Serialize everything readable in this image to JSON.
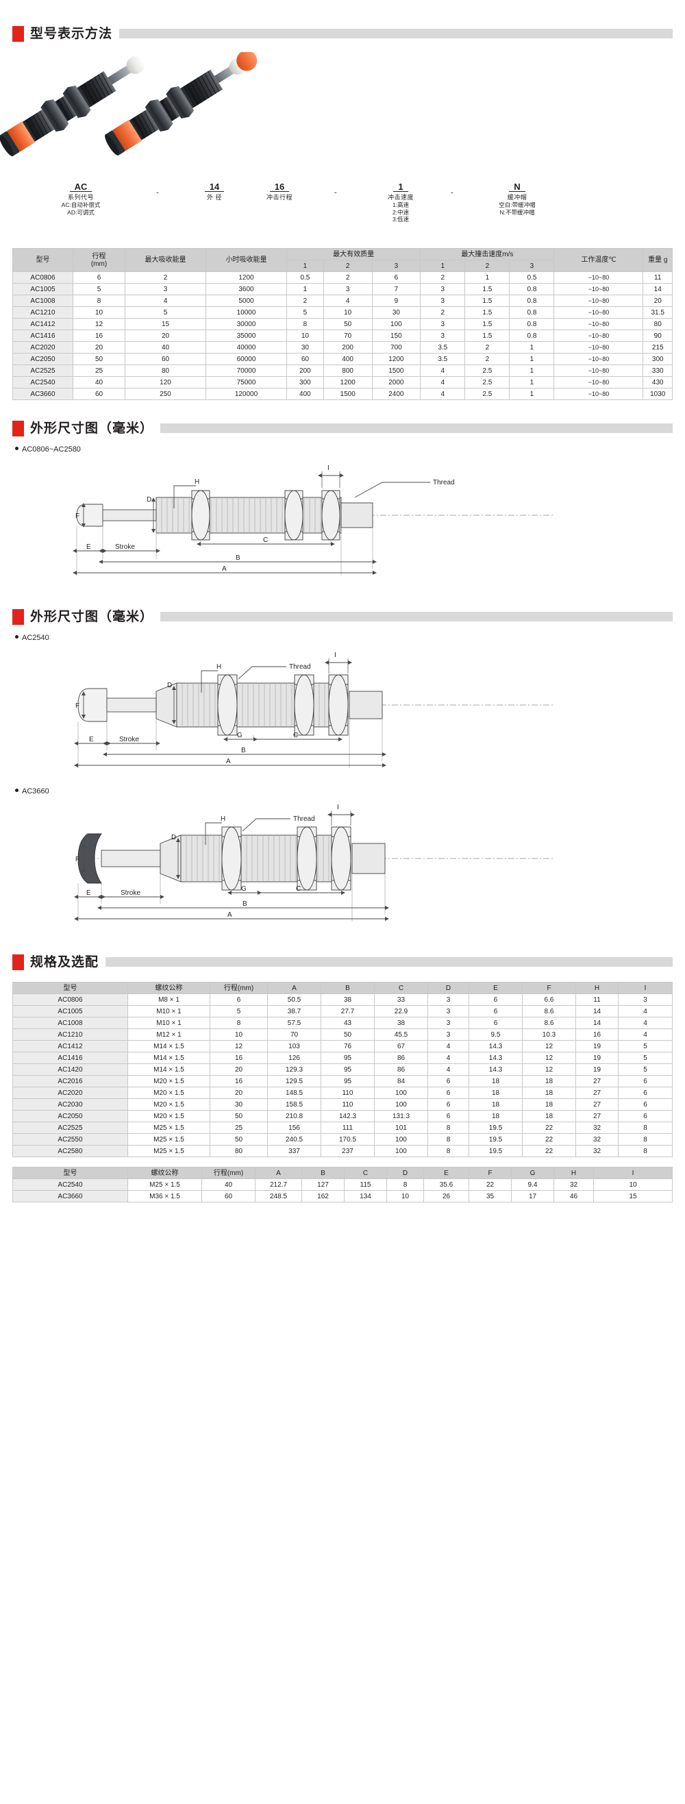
{
  "sections": {
    "model_designation": "型号表示方法",
    "dimension_drawing_1": "外形尺寸图（毫米）",
    "dimension_drawing_2": "外形尺寸图（毫米）",
    "specs_options": "规格及选配"
  },
  "part_number": {
    "segments": [
      {
        "code": "AC",
        "label": "系列代号",
        "sub": [
          "AC:自动补偿式",
          "AD:可调式"
        ]
      },
      {
        "code": "14",
        "label": "外 径",
        "sub": []
      },
      {
        "code": "16",
        "label": "冲击行程",
        "sub": []
      },
      {
        "code": "1",
        "label": "冲击速度",
        "sub": [
          "1:高速",
          "2:中速",
          "3:低速"
        ]
      },
      {
        "code": "N",
        "label": "缓冲帽",
        "sub": [
          "空白:带缓冲帽",
          "N:不带缓冲帽"
        ]
      }
    ],
    "separator": "-"
  },
  "perf_table": {
    "headers": {
      "model": "型号",
      "stroke": "行程",
      "stroke_unit": "(mm)",
      "max_energy": "最大吸收能量",
      "hourly_energy": "小时吸收能量",
      "max_mass": "最大有效质量",
      "max_speed": "最大撞击速度m/s",
      "temp": "工作温度℃",
      "weight": "重量 g",
      "sub": [
        "1",
        "2",
        "3",
        "1",
        "2",
        "3"
      ]
    },
    "rows": [
      {
        "model": "AC0806",
        "stroke": "6",
        "max_energy": "2",
        "hourly": "1200",
        "m1": "0.5",
        "m2": "2",
        "m3": "6",
        "v1": "2",
        "v2": "1",
        "v3": "0.5",
        "temp": "−10~80",
        "weight": "11"
      },
      {
        "model": "AC1005",
        "stroke": "5",
        "max_energy": "3",
        "hourly": "3600",
        "m1": "1",
        "m2": "3",
        "m3": "7",
        "v1": "3",
        "v2": "1.5",
        "v3": "0.8",
        "temp": "−10~80",
        "weight": "14"
      },
      {
        "model": "AC1008",
        "stroke": "8",
        "max_energy": "4",
        "hourly": "5000",
        "m1": "2",
        "m2": "4",
        "m3": "9",
        "v1": "3",
        "v2": "1.5",
        "v3": "0.8",
        "temp": "−10~80",
        "weight": "20"
      },
      {
        "model": "AC1210",
        "stroke": "10",
        "max_energy": "5",
        "hourly": "10000",
        "m1": "5",
        "m2": "10",
        "m3": "30",
        "v1": "2",
        "v2": "1.5",
        "v3": "0.8",
        "temp": "−10~80",
        "weight": "31.5"
      },
      {
        "model": "AC1412",
        "stroke": "12",
        "max_energy": "15",
        "hourly": "30000",
        "m1": "8",
        "m2": "50",
        "m3": "100",
        "v1": "3",
        "v2": "1.5",
        "v3": "0.8",
        "temp": "−10~80",
        "weight": "80"
      },
      {
        "model": "AC1416",
        "stroke": "16",
        "max_energy": "20",
        "hourly": "35000",
        "m1": "10",
        "m2": "70",
        "m3": "150",
        "v1": "3",
        "v2": "1.5",
        "v3": "0.8",
        "temp": "−10~80",
        "weight": "90"
      },
      {
        "model": "AC2020",
        "stroke": "20",
        "max_energy": "40",
        "hourly": "40000",
        "m1": "30",
        "m2": "200",
        "m3": "700",
        "v1": "3.5",
        "v2": "2",
        "v3": "1",
        "temp": "−10~80",
        "weight": "215"
      },
      {
        "model": "AC2050",
        "stroke": "50",
        "max_energy": "60",
        "hourly": "60000",
        "m1": "60",
        "m2": "400",
        "m3": "1200",
        "v1": "3.5",
        "v2": "2",
        "v3": "1",
        "temp": "−10~80",
        "weight": "300"
      },
      {
        "model": "AC2525",
        "stroke": "25",
        "max_energy": "80",
        "hourly": "70000",
        "m1": "200",
        "m2": "800",
        "m3": "1500",
        "v1": "4",
        "v2": "2.5",
        "v3": "1",
        "temp": "−10~80",
        "weight": "330"
      },
      {
        "model": "AC2540",
        "stroke": "40",
        "max_energy": "120",
        "hourly": "75000",
        "m1": "300",
        "m2": "1200",
        "m3": "2000",
        "v1": "4",
        "v2": "2.5",
        "v3": "1",
        "temp": "−10~80",
        "weight": "430"
      },
      {
        "model": "AC3660",
        "stroke": "60",
        "max_energy": "250",
        "hourly": "120000",
        "m1": "400",
        "m2": "1500",
        "m3": "2400",
        "v1": "4",
        "v2": "2.5",
        "v3": "1",
        "temp": "−10~80",
        "weight": "1030"
      }
    ]
  },
  "drawings": {
    "group_1_label": "AC0806~AC2580",
    "group_2_label": "AC2540",
    "group_3_label": "AC3660",
    "callouts": {
      "thread": "Thread",
      "stroke": "Stroke",
      "A": "A",
      "B": "B",
      "C": "C",
      "D": "D",
      "E": "E",
      "F": "F",
      "G": "G",
      "H": "H",
      "I": "I"
    }
  },
  "dim_table_main": {
    "headers": [
      "型号",
      "螺纹公称",
      "行程(mm)",
      "A",
      "B",
      "C",
      "D",
      "E",
      "F",
      "H",
      "I"
    ],
    "rows": [
      [
        "AC0806",
        "M8 × 1",
        "6",
        "50.5",
        "38",
        "33",
        "3",
        "6",
        "6.6",
        "11",
        "3"
      ],
      [
        "AC1005",
        "M10 × 1",
        "5",
        "38.7",
        "27.7",
        "22.9",
        "3",
        "6",
        "8.6",
        "14",
        "4"
      ],
      [
        "AC1008",
        "M10 × 1",
        "8",
        "57.5",
        "43",
        "38",
        "3",
        "6",
        "8.6",
        "14",
        "4"
      ],
      [
        "AC1210",
        "M12 × 1",
        "10",
        "70",
        "50",
        "45.5",
        "3",
        "9.5",
        "10.3",
        "16",
        "4"
      ],
      [
        "AC1412",
        "M14 × 1.5",
        "12",
        "103",
        "76",
        "67",
        "4",
        "14.3",
        "12",
        "19",
        "5"
      ],
      [
        "AC1416",
        "M14 × 1.5",
        "16",
        "126",
        "95",
        "86",
        "4",
        "14.3",
        "12",
        "19",
        "5"
      ],
      [
        "AC1420",
        "M14 × 1.5",
        "20",
        "129.3",
        "95",
        "86",
        "4",
        "14.3",
        "12",
        "19",
        "5"
      ],
      [
        "AC2016",
        "M20 × 1.5",
        "16",
        "129.5",
        "95",
        "84",
        "6",
        "18",
        "18",
        "27",
        "6"
      ],
      [
        "AC2020",
        "M20 × 1.5",
        "20",
        "148.5",
        "110",
        "100",
        "6",
        "18",
        "18",
        "27",
        "6"
      ],
      [
        "AC2030",
        "M20 × 1.5",
        "30",
        "158.5",
        "110",
        "100",
        "6",
        "18",
        "18",
        "27",
        "6"
      ],
      [
        "AC2050",
        "M20 × 1.5",
        "50",
        "210.8",
        "142.3",
        "131.3",
        "6",
        "18",
        "18",
        "27",
        "6"
      ],
      [
        "AC2525",
        "M25 × 1.5",
        "25",
        "156",
        "111",
        "101",
        "8",
        "19.5",
        "22",
        "32",
        "8"
      ],
      [
        "AC2550",
        "M25 × 1.5",
        "50",
        "240.5",
        "170.5",
        "100",
        "8",
        "19.5",
        "22",
        "32",
        "8"
      ],
      [
        "AC2580",
        "M25 × 1.5",
        "80",
        "337",
        "237",
        "100",
        "8",
        "19.5",
        "22",
        "32",
        "8"
      ]
    ]
  },
  "dim_table_extra": {
    "headers": [
      "型号",
      "螺纹公称",
      "行程(mm)",
      "A",
      "B",
      "C",
      "D",
      "E",
      "F",
      "G",
      "H",
      "I"
    ],
    "rows": [
      [
        "AC2540",
        "M25 × 1.5",
        "40",
        "212.7",
        "127",
        "115",
        "8",
        "35.6",
        "22",
        "9.4",
        "32",
        "10"
      ],
      [
        "AC3660",
        "M36 × 1.5",
        "60",
        "248.5",
        "162",
        "134",
        "10",
        "26",
        "35",
        "17",
        "46",
        "15"
      ]
    ]
  },
  "colors": {
    "accent": "#e2231a",
    "header_bar": "#d9d9d9",
    "table_head": "#cfcfcf",
    "model_cell": "#ececec",
    "text": "#231f20"
  }
}
